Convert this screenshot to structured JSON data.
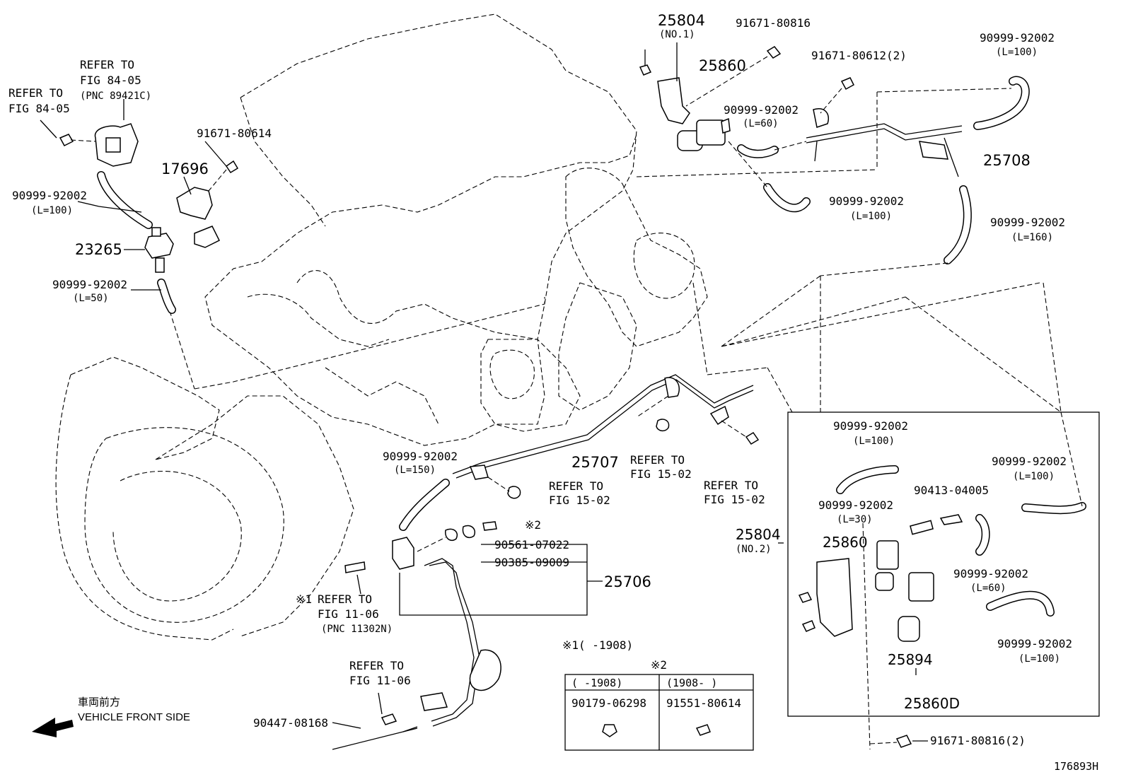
{
  "labels": {
    "p25804_no1": "25804",
    "p25804_no1_sub": "(NO.1)",
    "p91671_80816_top": "91671-80816",
    "p25860_top": "25860",
    "p91671_80612": "91671-80612(2)",
    "p90999_92002_tr": "90999-92002",
    "p90999_92002_tr_l": "(L=100)",
    "p90999_92002_l60": "90999-92002",
    "p90999_92002_l60_l": "(L=60)",
    "p25708": "25708",
    "p90999_92002_mid": "90999-92002",
    "p90999_92002_mid_l": "(L=100)",
    "p90999_92002_l160": "90999-92002",
    "p90999_92002_l160_l": "(L=160)",
    "refer_84_05_a": "REFER TO",
    "refer_84_05_a2": "FIG 84-05",
    "refer_84_05_a3": "(PNC 89421C)",
    "refer_84_05_b": "REFER TO",
    "refer_84_05_b2": "FIG 84-05",
    "p91671_80614": "91671-80614",
    "p17696": "17696",
    "p90999_92002_left": "90999-92002",
    "p90999_92002_left_l": "(L=100)",
    "p23265": "23265",
    "p90999_92002_l50": "90999-92002",
    "p90999_92002_l50_l": "(L=50)",
    "p90999_92002_l150": "90999-92002",
    "p90999_92002_l150_l": "(L=150)",
    "p25707": "25707",
    "refer_15_02_a": "REFER TO",
    "refer_15_02_a2": "FIG 15-02",
    "refer_15_02_b": "REFER TO",
    "refer_15_02_b2": "FIG 15-02",
    "refer_15_02_c": "REFER TO",
    "refer_15_02_c2": "FIG 15-02",
    "note2_mark": "※2",
    "p90561": "90561-07022",
    "p90385": "90385-09009",
    "p25706": "25706",
    "note1_mark": "※1",
    "refer_11_06_a": "REFER TO",
    "refer_11_06_a2": "FIG 11-06",
    "refer_11_06_a3": "(PNC 11302N)",
    "refer_11_06_b": "REFER TO",
    "refer_11_06_b2": "FIG 11-06",
    "front_jp": "車両前方",
    "front_en": "VEHICLE FRONT SIDE",
    "p90447": "90447-08168",
    "note1_range": "※1(   -1908)",
    "note2_title": "※2",
    "tbl_h1": "(     -1908)",
    "tbl_h2": "(1908-     )",
    "tbl_v1": "90179-06298",
    "tbl_v2": "91551-80614",
    "b_90999_l100a": "90999-92002",
    "b_90999_l100a_l": "(L=100)",
    "b_90999_l100b": "90999-92002",
    "b_90999_l100b_l": "(L=100)",
    "b_90413": "90413-04005",
    "b_90999_l30": "90999-92002",
    "b_90999_l30_l": "(L=30)",
    "b_25804": "25804",
    "b_25804_sub": "(NO.2)",
    "b_25860": "25860",
    "b_90999_l60": "90999-92002",
    "b_90999_l60_l": "(L=60)",
    "b_90999_l100c": "90999-92002",
    "b_90999_l100c_l": "(L=100)",
    "b_25894": "25894",
    "b_25860d": "25860D",
    "p91671_80816_bot": "91671-80816(2)",
    "figure_id": "176893H"
  }
}
